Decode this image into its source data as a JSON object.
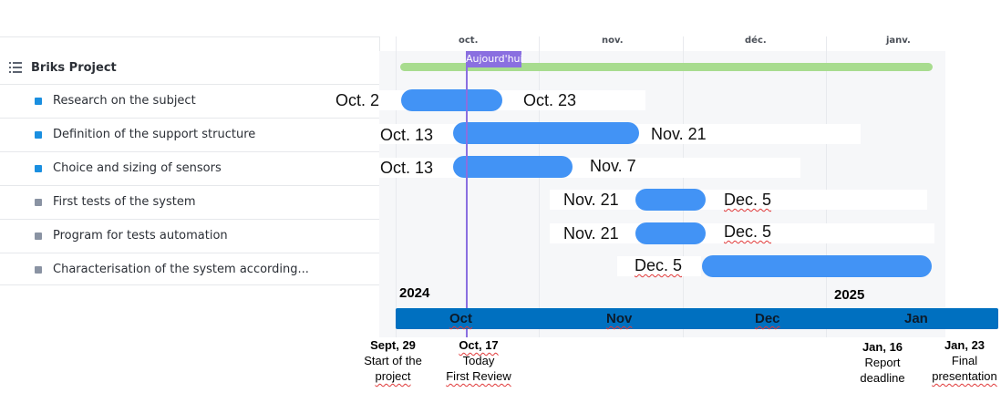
{
  "project": {
    "title": "Briks Project"
  },
  "tasks": [
    {
      "label": "Research on the subject",
      "color": "#1a8fe0",
      "start_label": "Oct. 2",
      "end_label": "Oct. 23"
    },
    {
      "label": "Definition of the support structure",
      "color": "#1a8fe0",
      "start_label": "Oct. 13",
      "end_label": "Nov. 21"
    },
    {
      "label": "Choice and sizing of sensors",
      "color": "#1a8fe0",
      "start_label": "Oct. 13",
      "end_label": "Nov. 7"
    },
    {
      "label": "First tests of the system",
      "color": "#8a93a3",
      "start_label": "Nov. 21",
      "end_label": "Dec. 5"
    },
    {
      "label": "Program for tests automation",
      "color": "#8a93a3",
      "start_label": "Nov. 21",
      "end_label": "Dec. 5"
    },
    {
      "label": "Characterisation of the system according...",
      "color": "#8a93a3",
      "start_label": "Dec. 5",
      "end_label": ""
    }
  ],
  "gantt": {
    "months": [
      "oct.",
      "nov.",
      "déc.",
      "janv."
    ],
    "today_label": "Aujourd'hui",
    "project_bar_color": "#a8dc8f",
    "task_bar_color": "#4293f5"
  },
  "timeline": {
    "year_start": "2024",
    "year_end": "2025",
    "months": [
      "Oct",
      "Nov",
      "Dec",
      "Jan"
    ],
    "bar_color": "#0070c0",
    "milestones": [
      {
        "date": "Sept, 29",
        "line1": "Start of the",
        "line2": "project"
      },
      {
        "date": "Oct, 17",
        "line1": "Today",
        "line2": "First Review"
      },
      {
        "date": "Jan, 16",
        "line1": "Report",
        "line2": "deadline"
      },
      {
        "date": "Jan, 23",
        "line1": "Final",
        "line2": "presentation"
      }
    ]
  }
}
